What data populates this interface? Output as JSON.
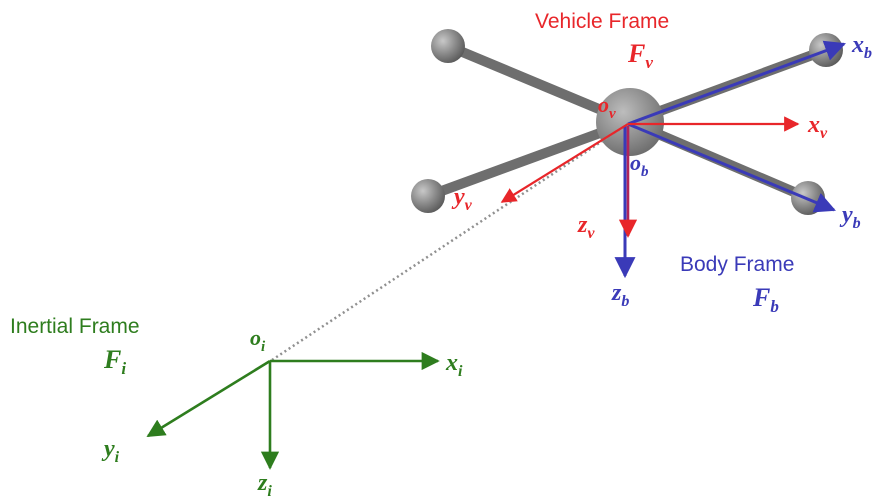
{
  "colors": {
    "inertial": "#2e7d1e",
    "vehicle": "#e8262a",
    "body": "#3a3ab8",
    "arm": "#6e6e6e",
    "hub": "#8c8c8c",
    "dotted": "#909090"
  },
  "vehicle_frame": {
    "title": "Vehicle Frame",
    "symbol": "F",
    "symbol_sub": "v",
    "origin": "o",
    "origin_sub": "v",
    "x_axis": "x",
    "x_sub": "v",
    "y_axis": "y",
    "y_sub": "v",
    "z_axis": "z",
    "z_sub": "v"
  },
  "body_frame": {
    "title": "Body Frame",
    "symbol": "F",
    "symbol_sub": "b",
    "origin": "o",
    "origin_sub": "b",
    "x_axis": "x",
    "x_sub": "b",
    "y_axis": "y",
    "y_sub": "b",
    "z_axis": "z",
    "z_sub": "b"
  },
  "inertial_frame": {
    "title": "Inertial Frame",
    "symbol": "F",
    "symbol_sub": "i",
    "origin": "o",
    "origin_sub": "i",
    "x_axis": "x",
    "x_sub": "i",
    "y_axis": "y",
    "y_sub": "i",
    "z_axis": "z",
    "z_sub": "i"
  }
}
